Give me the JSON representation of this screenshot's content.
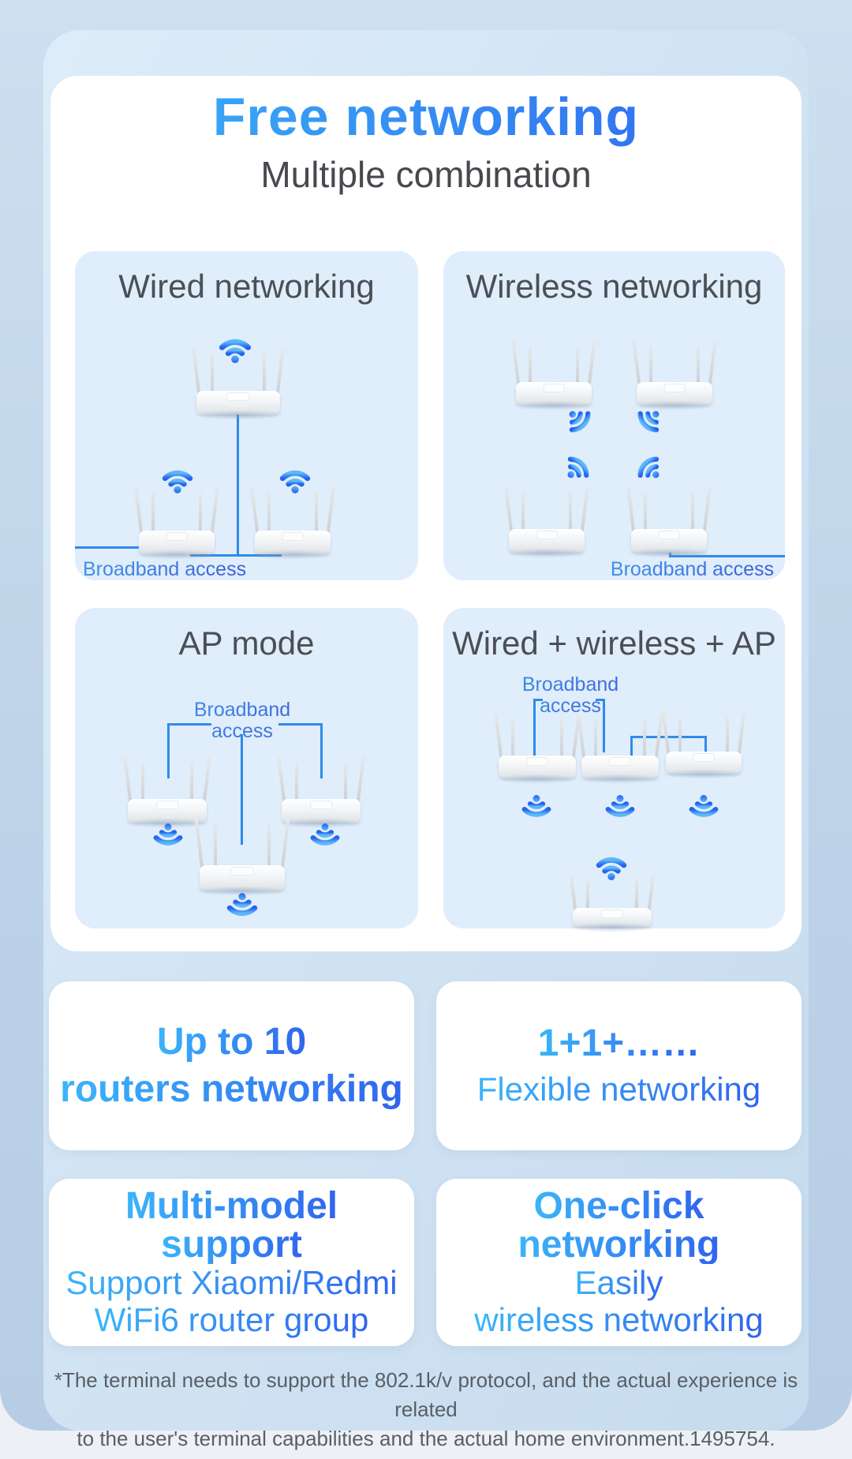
{
  "page": {
    "title": "Free networking",
    "subtitle": "Multiple combination",
    "footer": {
      "line1": "*The terminal needs to support the 802.1k/v protocol, and the actual experience is related",
      "line2": "to the user's terminal capabilities and the actual home environment.1495754."
    }
  },
  "panels": {
    "wired": {
      "title": "Wired networking",
      "label": "Broadband access"
    },
    "wireless": {
      "title": "Wireless networking",
      "label": "Broadband access"
    },
    "ap": {
      "title": "AP mode",
      "label_line1": "Broadband",
      "label_line2": "access"
    },
    "combo": {
      "title": "Wired + wireless + AP",
      "label_line1": "Broadband",
      "label_line2": "access"
    }
  },
  "features": {
    "routers10": {
      "headline_line1": "Up to 10",
      "headline_line2": "routers networking"
    },
    "flexible": {
      "headline": "1+1+……",
      "body": "Flexible networking"
    },
    "multimodel": {
      "headline_line1": "Multi-model",
      "headline_line2": "support",
      "body_line1": "Support Xiaomi/Redmi",
      "body_line2": "WiFi6 router group"
    },
    "oneclick": {
      "headline_line1": "One-click",
      "headline_line2": "networking",
      "body_line1": "Easily",
      "body_line2": "wireless networking"
    }
  },
  "icons": {
    "wifi": "wifi-signal-icon",
    "router": "router-illustration"
  },
  "colors": {
    "headline_gradient_start": "#3bb6f8",
    "headline_gradient_end": "#3064ee",
    "label_blue": "#3d74e0",
    "connection_line_blue": "#2e8ce8",
    "panel_background": "#e0edfa",
    "title_gray": "#4b4f55",
    "outer_background": "#bdd2e8"
  }
}
